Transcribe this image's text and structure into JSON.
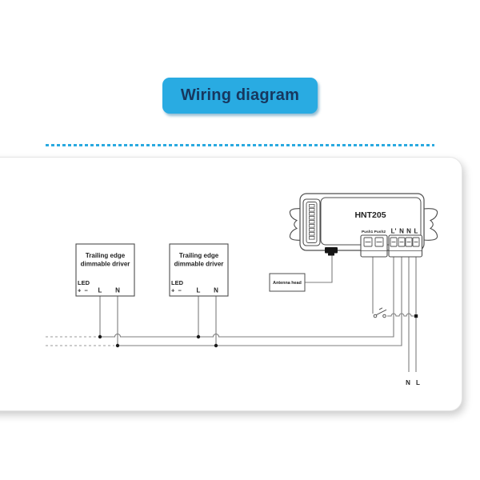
{
  "banner": {
    "label": "Wiring diagram"
  },
  "colors": {
    "banner_bg": "#29abe2",
    "banner_text": "#17375e",
    "separator": "#2aa9e0",
    "outline": "#4d4d4d",
    "wire": "#7d7d7d"
  },
  "device": {
    "model": "HNT205",
    "push_terminals_label": "Push1 Push2",
    "power_terminals": [
      "L'",
      "N",
      "N",
      "L"
    ]
  },
  "drivers": [
    {
      "title_line1": "Trailing edge",
      "title_line2": "dimmable driver",
      "led_label": "LED",
      "plus_label": "+",
      "minus_label": "−",
      "live_label": "L",
      "neutral_label": "N"
    },
    {
      "title_line1": "Trailing edge",
      "title_line2": "dimmable driver",
      "led_label": "LED",
      "plus_label": "+",
      "minus_label": "−",
      "live_label": "L",
      "neutral_label": "N"
    }
  ],
  "antenna_label": "Antenna head",
  "mains": {
    "neutral_label": "N",
    "live_label": "L"
  }
}
